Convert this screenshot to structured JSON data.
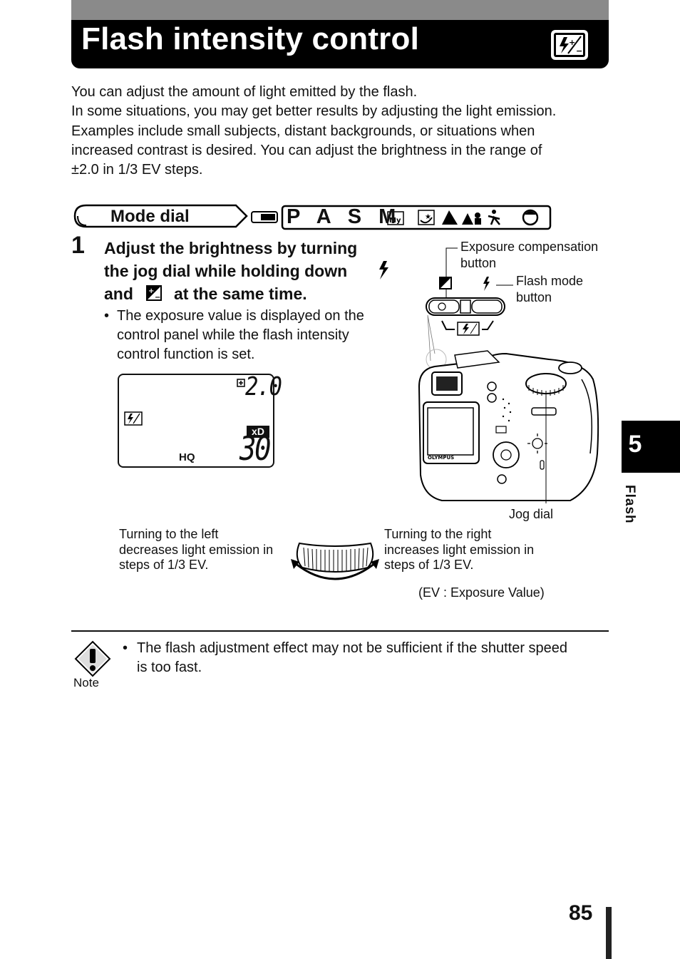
{
  "title": "Flash intensity control",
  "intro": [
    "You can adjust the amount of light emitted by the flash.",
    "In some situations, you may get better results by adjusting the light emission.",
    "Examples include small subjects, distant backgrounds, or situations when",
    "increased contrast is desired. You can adjust the brightness in the range of",
    "±2.0 in 1/3 EV steps."
  ],
  "mode_dial": {
    "label": "Mode dial",
    "modes": "P A S M"
  },
  "step": {
    "number": "1",
    "line1": "Adjust the brightness by turning",
    "line2": "the jog dial while holding down",
    "line3a": "and",
    "line3b": "at the same time.",
    "bullet_lines": [
      "The exposure value is displayed on the",
      "control panel while the flash intensity",
      "control function is set."
    ]
  },
  "lcd": {
    "ev_value": "2.0",
    "count": "30",
    "media": "xD",
    "quality": "HQ"
  },
  "callouts": {
    "exposure_line1": "Exposure compensation",
    "exposure_line2": "button",
    "flash_line1": "Flash mode",
    "flash_line2": "button",
    "jog_dial": "Jog dial",
    "brand": "OLYMPUS"
  },
  "jog": {
    "left_lines": [
      "Turning to the left",
      "decreases light emission in",
      "steps of 1/3 EV."
    ],
    "right_lines": [
      "Turning to the right",
      "increases light emission in",
      "steps of 1/3 EV."
    ],
    "ev_note": "(EV : Exposure Value)"
  },
  "note": {
    "label": "Note",
    "lines": [
      "The flash adjustment effect may not be sufficient if the shutter speed",
      "is too fast."
    ]
  },
  "chapter": {
    "number": "5",
    "label": "Flash"
  },
  "page_number": "85",
  "colors": {
    "title_bg": "#000000",
    "title_top": "#8a8a8a",
    "text": "#111111"
  }
}
